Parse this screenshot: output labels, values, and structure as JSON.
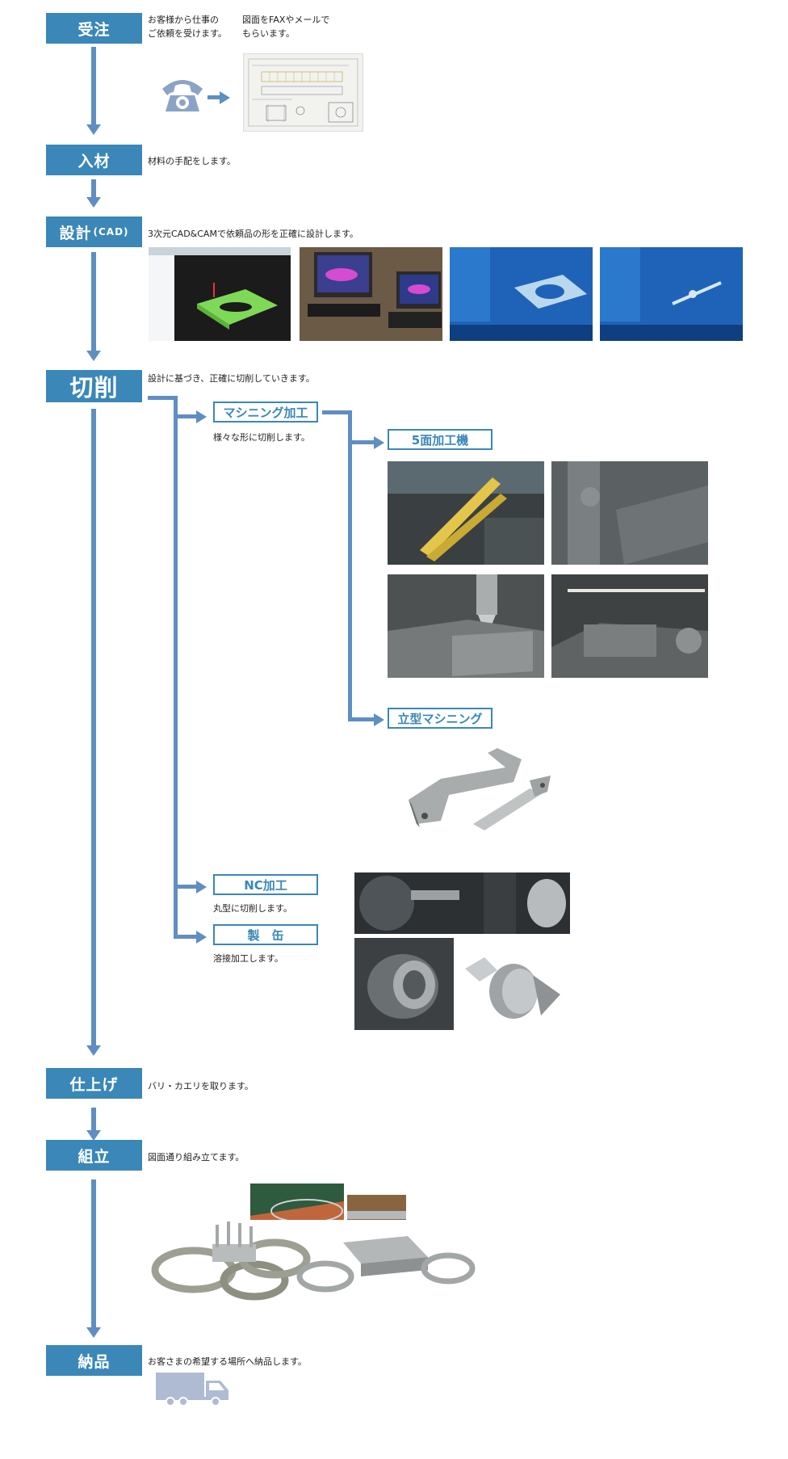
{
  "steps": {
    "order": {
      "label": "受注",
      "desc1": "お客様から仕事の\nご依頼を受けます。",
      "desc2": "図面をFAXやメールで\nもらいます。"
    },
    "material": {
      "label": "入材",
      "desc": "材料の手配をします。"
    },
    "design": {
      "label": "設計",
      "label_small": "(CAD)",
      "desc": "3次元CAD&CAMで依頼品の形を正確に設計します。"
    },
    "cutting": {
      "label": "切削",
      "desc": "設計に基づき、正確に切削していきます。"
    },
    "finishing": {
      "label": "仕上げ",
      "desc": "バリ・カエリを取ります。"
    },
    "assembly": {
      "label": "組立",
      "desc": "図面通り組み立てます。"
    },
    "delivery": {
      "label": "納品",
      "desc": "お客さまの希望する場所へ納品します。"
    }
  },
  "sub": {
    "machining": {
      "label": "マシニング加工",
      "desc": "様々な形に切削します。"
    },
    "five_face": {
      "label": "5面加工機"
    },
    "vertical": {
      "label": "立型マシニング"
    },
    "nc": {
      "label": "NC加工",
      "desc": "丸型に切削します。"
    },
    "can": {
      "label": "製　缶",
      "desc": "溶接加工します。"
    }
  },
  "colors": {
    "accent": "#3a87b8",
    "line": "#5f8ec2"
  }
}
